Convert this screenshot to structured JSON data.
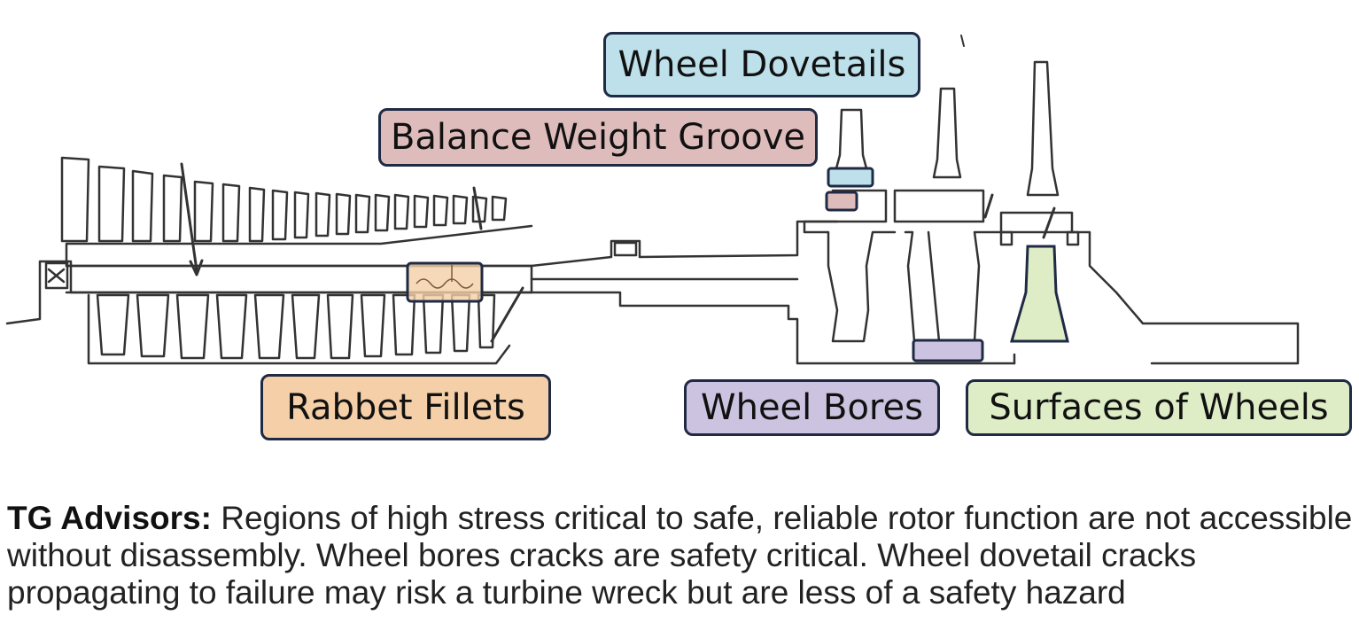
{
  "labels": {
    "wheel_dovetails": "Wheel Dovetails",
    "balance_weight_groove": "Balance Weight Groove",
    "rabbet_fillets": "Rabbet Fillets",
    "wheel_bores": "Wheel Bores",
    "surfaces_of_wheels": "Surfaces of Wheels"
  },
  "caption": {
    "lead": "TG Advisors:",
    "text": " Regions of high stress critical to safe, reliable rotor function are not accessible without disassembly. Wheel bores cracks are safety critical. Wheel dovetail cracks propagating to failure may risk a turbine wreck but are less of a safety hazard"
  },
  "colors": {
    "wheel_dovetails": "#bde0ea",
    "balance_weight_groove": "#dfbcbc",
    "rabbet_fillets": "#f4cfa7",
    "wheel_bores": "#cbc3df",
    "surfaces_of_wheels": "#dfedc6",
    "box_border": "#1f2a44",
    "drawing_line": "#333333"
  }
}
